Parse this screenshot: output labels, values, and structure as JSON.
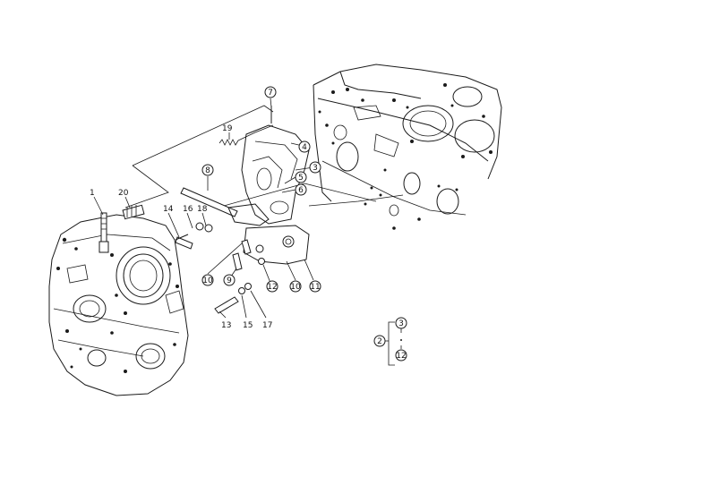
{
  "callouts": {
    "c1": "1",
    "c20": "20",
    "c14": "14",
    "c16": "16",
    "c18": "18",
    "c8": "8",
    "c19": "19",
    "c7": "7",
    "c4": "4",
    "c3": "3",
    "c5": "5",
    "c6": "6",
    "c9": "9",
    "c10a": "10",
    "c10b": "10",
    "c11": "11",
    "c12": "12",
    "c13": "13",
    "c15": "15",
    "c17": "17"
  },
  "legend": {
    "left": "2",
    "top": "3",
    "bottom": "12"
  }
}
